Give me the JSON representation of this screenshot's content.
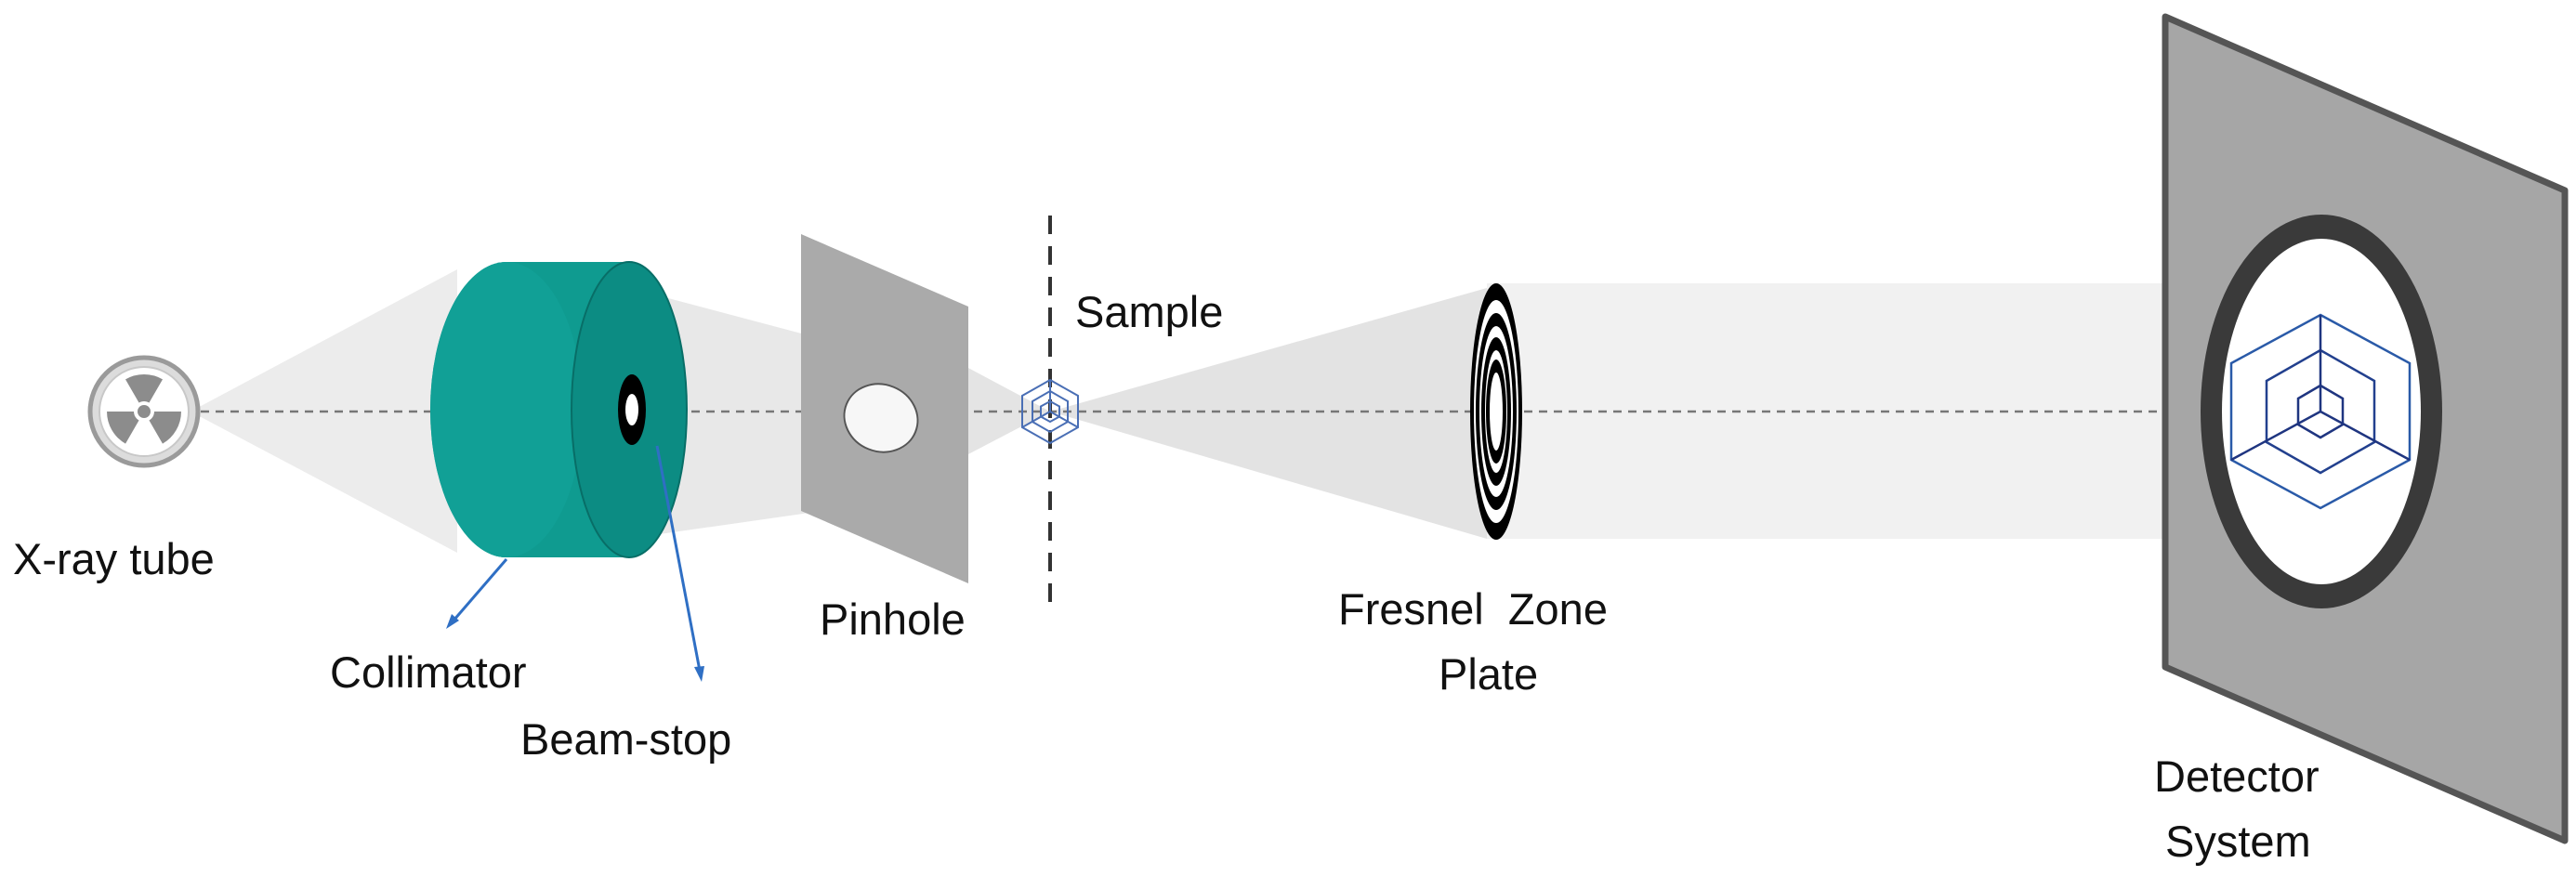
{
  "labels": {
    "xray_tube": "X-ray tube",
    "collimator": "Collimator",
    "beam_stop": "Beam-stop",
    "pinhole": "Pinhole",
    "sample": "Sample",
    "fresnel_line1": "Fresnel  Zone",
    "fresnel_line2": "Plate",
    "detector_line1": "Detector",
    "detector_line2": "System"
  },
  "colors": {
    "collimator_body": "#0f9f94",
    "collimator_face": "#0c8a80",
    "panel_gray": "#a9a9a9",
    "detector_gray": "#a6a6a6",
    "detector_ring": "#3b3b3b",
    "beam_light": "#efefef",
    "beam_mid": "#e2e2e2",
    "leader_blue": "#2f6fc4",
    "hexagon_blue": "#1f3f8f"
  },
  "icons": {
    "source": "radiation-icon",
    "sample": "crystal-lattice-icon",
    "detector_pattern": "diffraction-hexagon-icon"
  }
}
